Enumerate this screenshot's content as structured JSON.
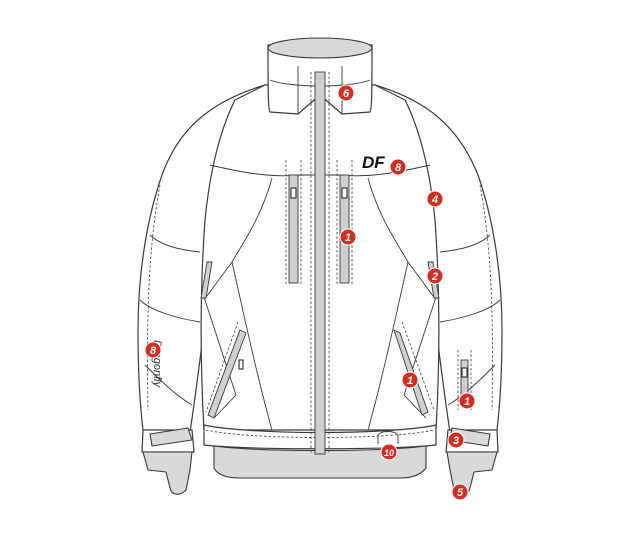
{
  "diagram": {
    "logo_text": "DF",
    "sleeve_text": "Dragonfly",
    "accent_color": "#d62d20",
    "callouts": [
      {
        "id": "6",
        "label": "6"
      },
      {
        "id": "8a",
        "label": "8"
      },
      {
        "id": "4",
        "label": "4"
      },
      {
        "id": "1a",
        "label": "1"
      },
      {
        "id": "2",
        "label": "2"
      },
      {
        "id": "8b",
        "label": "8"
      },
      {
        "id": "1b",
        "label": "1"
      },
      {
        "id": "1c",
        "label": "1"
      },
      {
        "id": "3",
        "label": "3"
      },
      {
        "id": "10",
        "label": "10"
      },
      {
        "id": "5",
        "label": "5"
      }
    ]
  }
}
